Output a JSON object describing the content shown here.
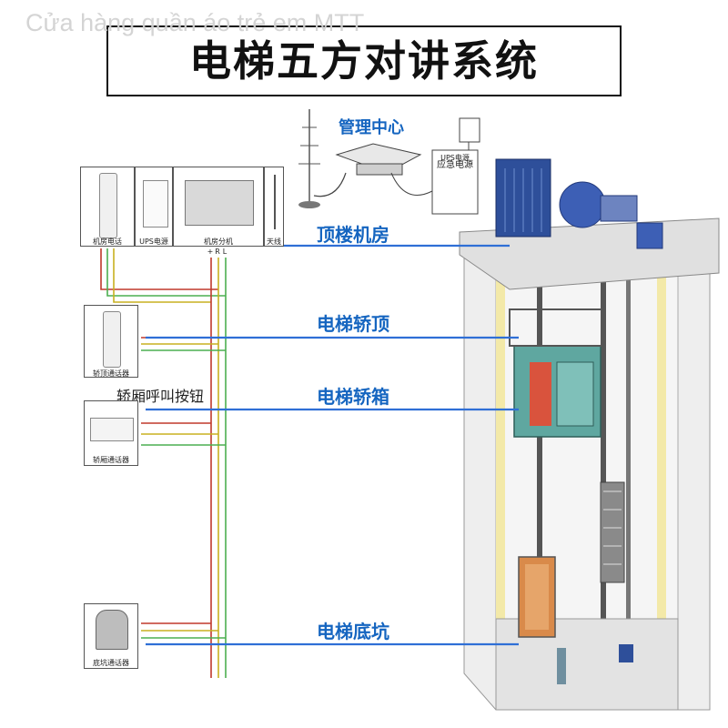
{
  "watermark": "Cửa hàng quần áo trẻ em MTT",
  "title": "电梯五方对讲系统",
  "management": {
    "label": "管理中心",
    "power_box_label": "应急电源",
    "ups_label": "UPS电源"
  },
  "top_devices": {
    "machine_phone": "机房电话",
    "ups_power": "UPS电源",
    "splitter": "机房分机",
    "antenna": "天线",
    "terminals": [
      "+",
      "R",
      "L"
    ]
  },
  "devices": {
    "car_top_intercom": "轿顶通话器",
    "car_intercom": "轿厢通话器",
    "pit_intercom": "底坑通话器",
    "call_button": "轿厢呼叫按钮"
  },
  "locations": {
    "machine_room": "顶楼机房",
    "car_top": "电梯轿顶",
    "car": "电梯轿箱",
    "pit": "电梯底坑"
  },
  "colors": {
    "link_line": "#2f6fd6",
    "label_blue": "#1565c0",
    "wire_red": "#c0392b",
    "wire_green": "#4caf50",
    "wire_yellow": "#c8b020",
    "wire_gray": "#7f8c8d",
    "shaft": "#e8e8e8",
    "car": "#5fa7a0"
  }
}
